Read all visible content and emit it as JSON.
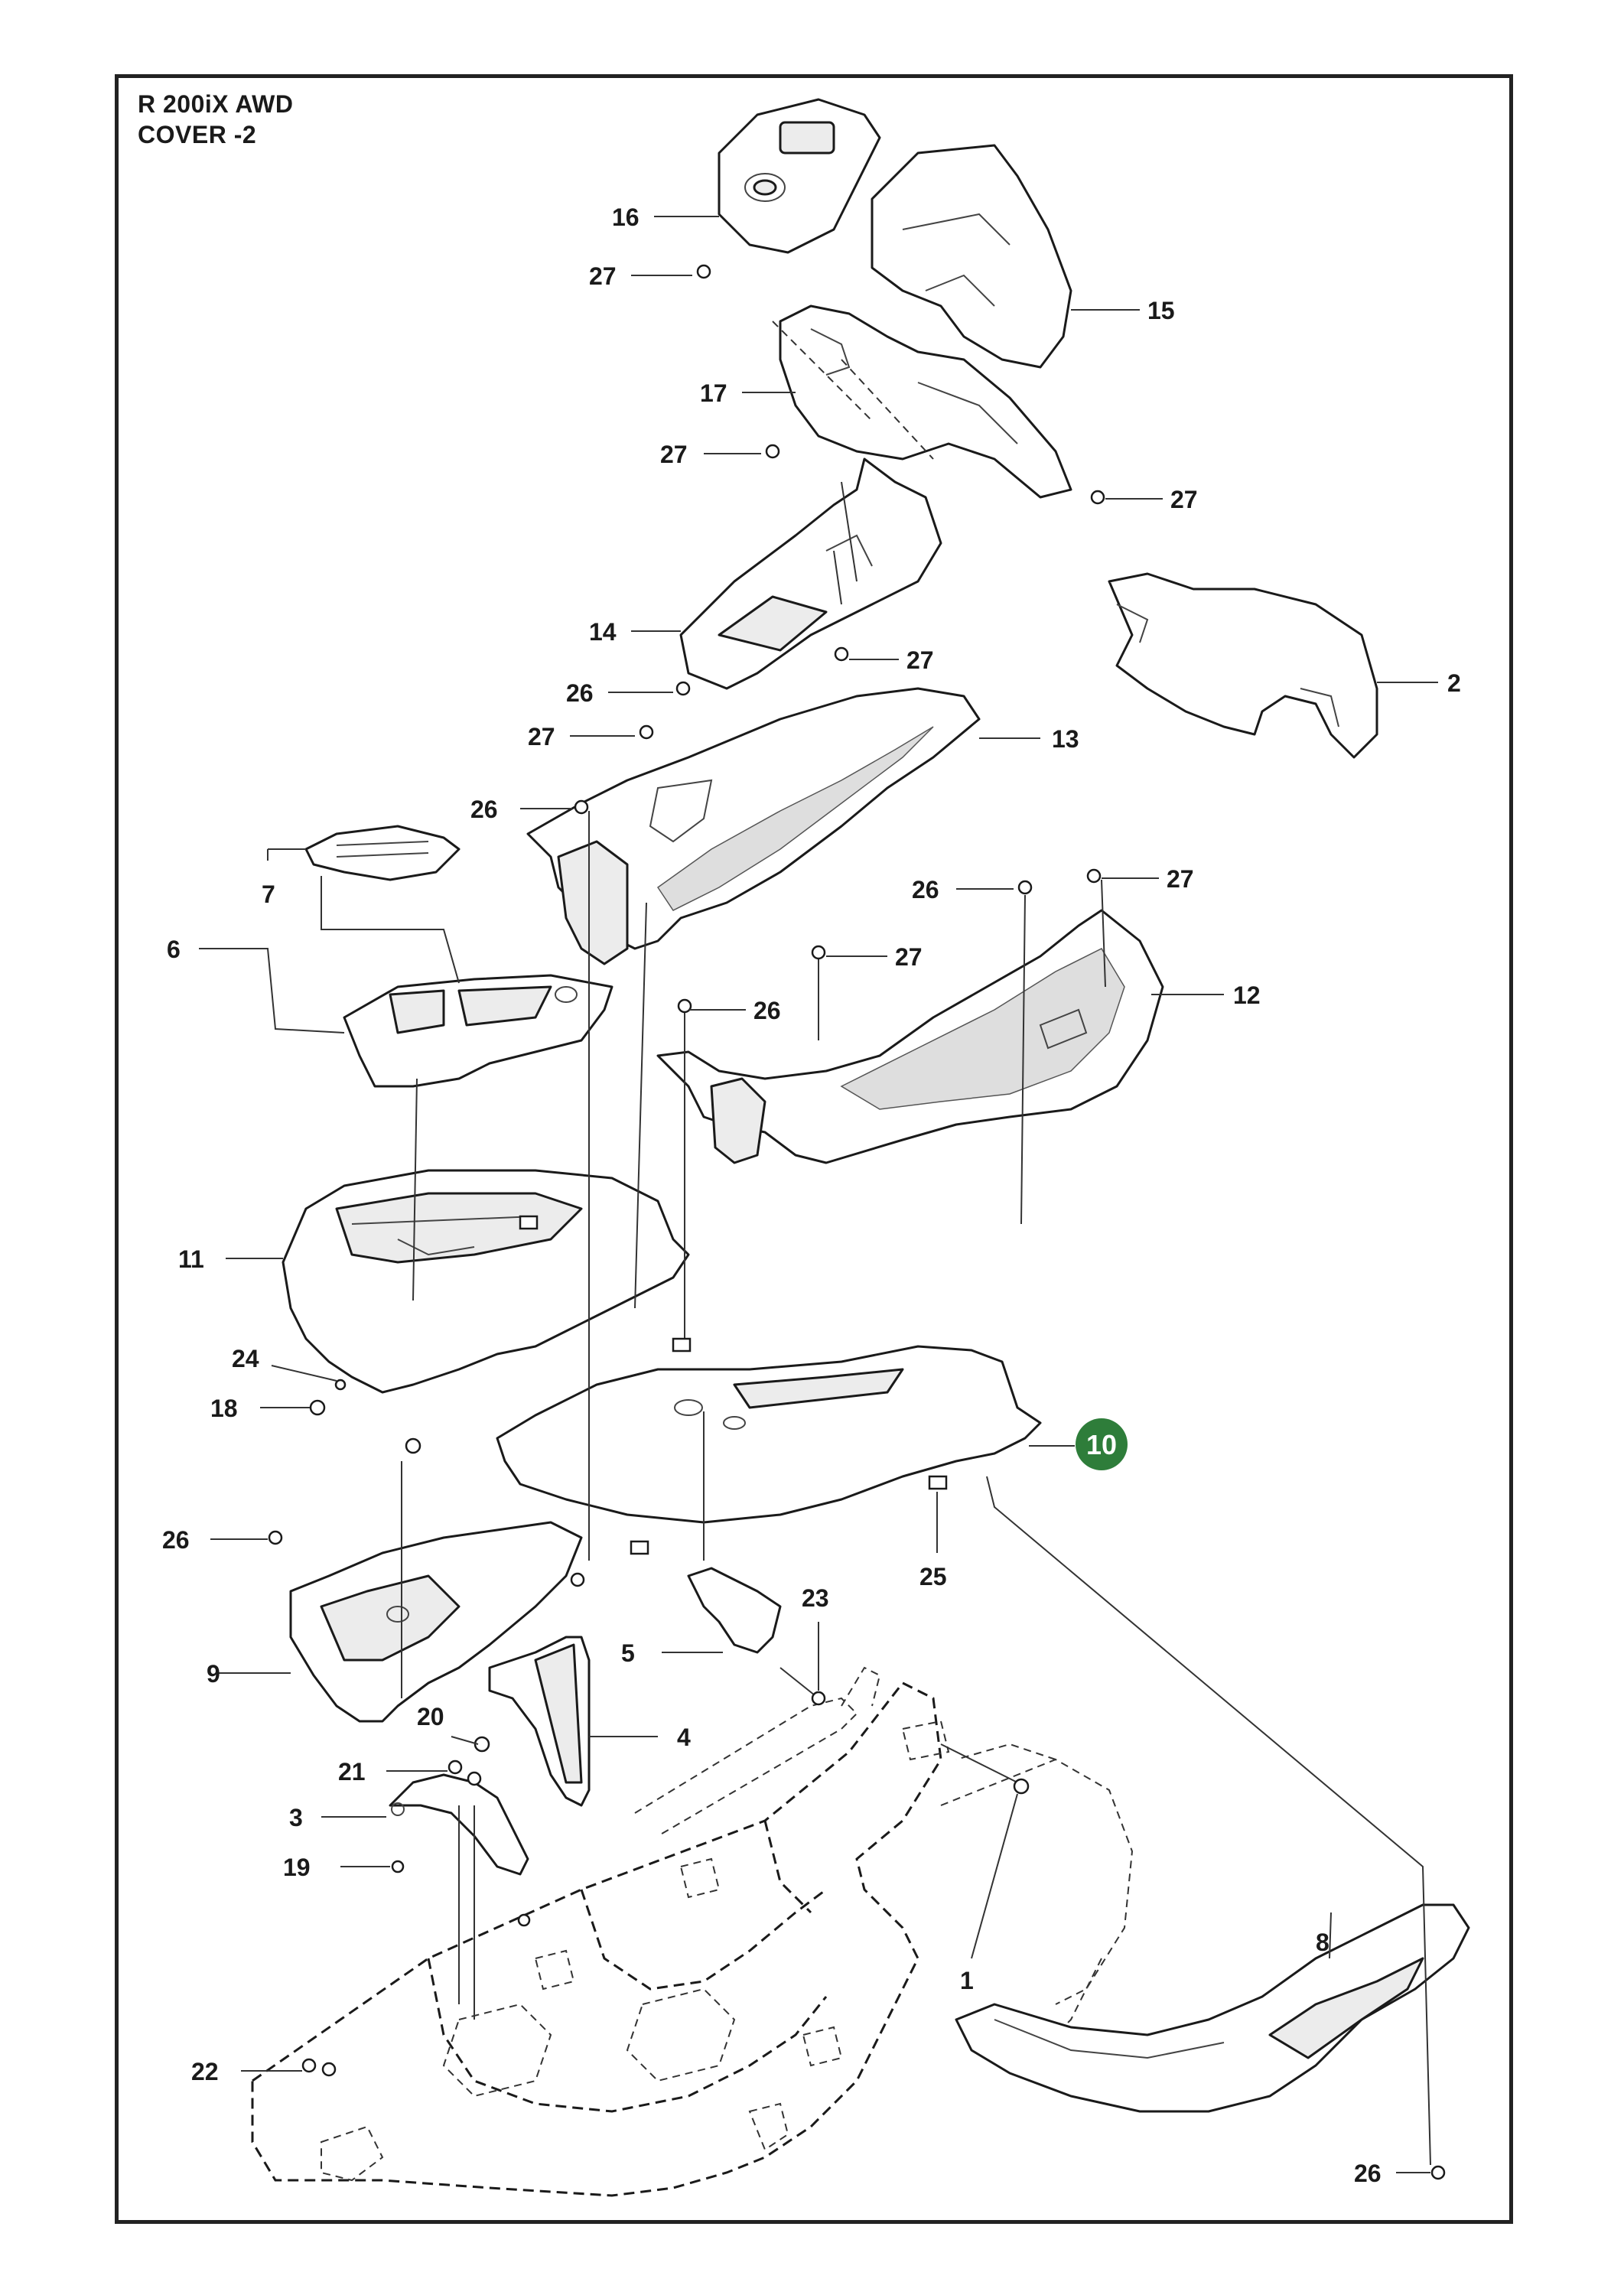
{
  "diagram": {
    "title_line_1": "R 200iX AWD",
    "title_line_2": "COVER -2",
    "highlight_color": "#2e7d3a",
    "highlighted_part": "10",
    "callouts": [
      {
        "id": "c16",
        "label": "16"
      },
      {
        "id": "c27a",
        "label": "27"
      },
      {
        "id": "c15",
        "label": "15"
      },
      {
        "id": "c17",
        "label": "17"
      },
      {
        "id": "c27b",
        "label": "27"
      },
      {
        "id": "c27c",
        "label": "27"
      },
      {
        "id": "c2",
        "label": "2"
      },
      {
        "id": "c14",
        "label": "14"
      },
      {
        "id": "c27d",
        "label": "27"
      },
      {
        "id": "c26a",
        "label": "26"
      },
      {
        "id": "c27e",
        "label": "27"
      },
      {
        "id": "c13",
        "label": "13"
      },
      {
        "id": "c26b",
        "label": "26"
      },
      {
        "id": "c7",
        "label": "7"
      },
      {
        "id": "c26c",
        "label": "26"
      },
      {
        "id": "c27f",
        "label": "27"
      },
      {
        "id": "c6",
        "label": "6"
      },
      {
        "id": "c27g",
        "label": "27"
      },
      {
        "id": "c26d",
        "label": "26"
      },
      {
        "id": "c12",
        "label": "12"
      },
      {
        "id": "c11",
        "label": "11"
      },
      {
        "id": "c24",
        "label": "24"
      },
      {
        "id": "c18",
        "label": "18"
      },
      {
        "id": "c10",
        "label": "10"
      },
      {
        "id": "c26e",
        "label": "26"
      },
      {
        "id": "c25",
        "label": "25"
      },
      {
        "id": "c23",
        "label": "23"
      },
      {
        "id": "c5",
        "label": "5"
      },
      {
        "id": "c9",
        "label": "9"
      },
      {
        "id": "c20",
        "label": "20"
      },
      {
        "id": "c4",
        "label": "4"
      },
      {
        "id": "c21",
        "label": "21"
      },
      {
        "id": "c3",
        "label": "3"
      },
      {
        "id": "c19",
        "label": "19"
      },
      {
        "id": "c1",
        "label": "1"
      },
      {
        "id": "c8",
        "label": "8"
      },
      {
        "id": "c22",
        "label": "22"
      },
      {
        "id": "c26f",
        "label": "26"
      }
    ]
  }
}
